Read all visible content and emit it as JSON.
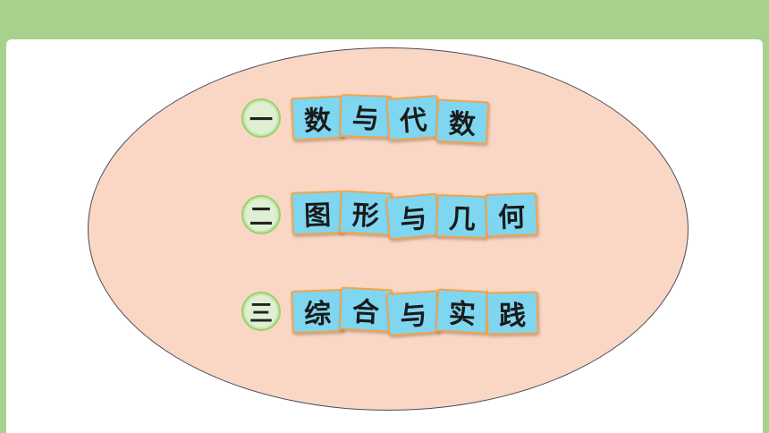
{
  "sections": [
    {
      "number": "一",
      "chars": [
        "数",
        "与",
        "代",
        "数"
      ]
    },
    {
      "number": "二",
      "chars": [
        "图",
        "形",
        "与",
        "几",
        "何"
      ]
    },
    {
      "number": "三",
      "chars": [
        "综",
        "合",
        "与",
        "实",
        "践"
      ]
    }
  ],
  "colors": {
    "background": "#a8d18e",
    "ellipse_fill": "#f9d7c4",
    "tile_fill": "#7fd6f0",
    "tile_border": "#f2a44a",
    "number_circle": "#dff0d2"
  }
}
